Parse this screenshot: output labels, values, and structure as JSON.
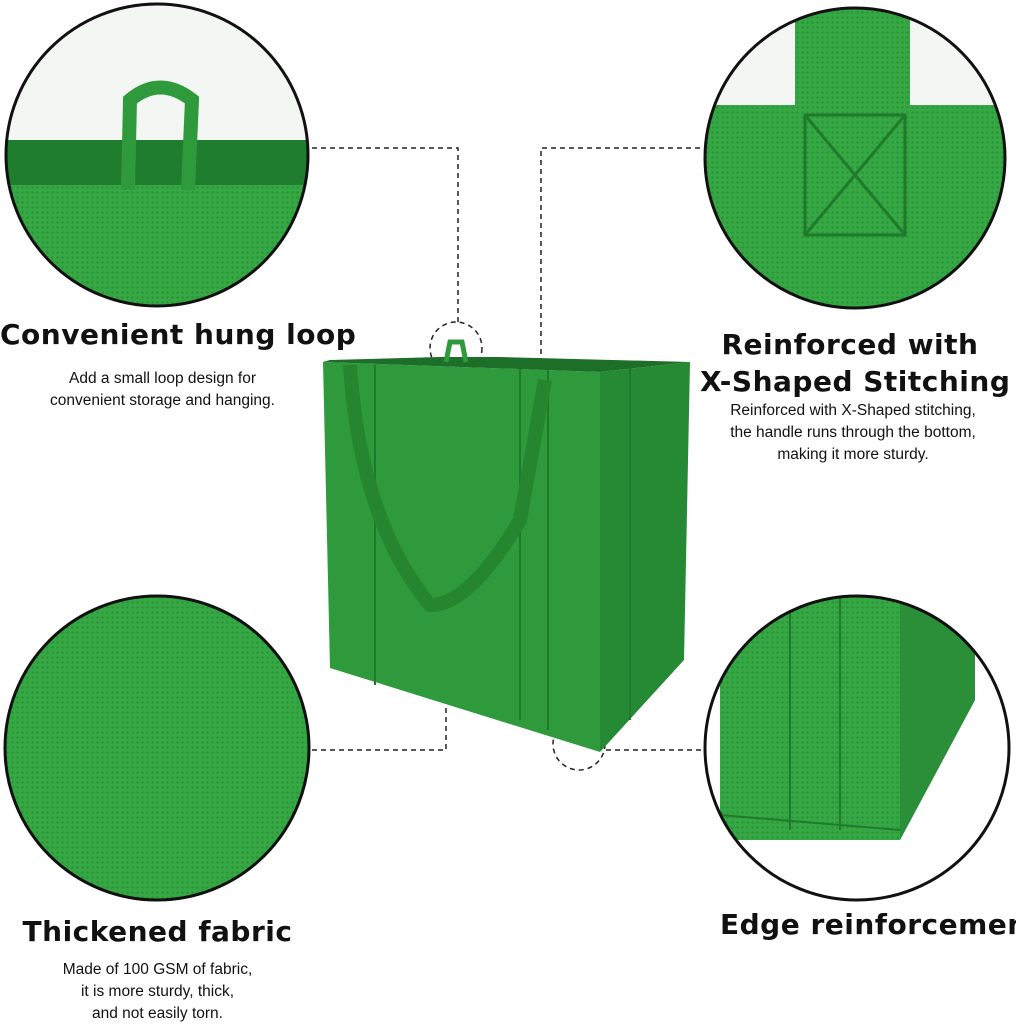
{
  "colors": {
    "bag_green": "#2e9a3c",
    "bag_dark": "#1f7a2c",
    "fabric_light": "#3fb34f",
    "dash": "#222222"
  },
  "features": {
    "hung_loop": {
      "title": "Convenient hung loop",
      "lines": [
        "Add a small  loop  design for",
        "convenient storage and hanging."
      ]
    },
    "stitching": {
      "title_lines": [
        "Reinforced with",
        "X-Shaped Stitching"
      ],
      "lines": [
        "Reinforced with X-Shaped stitching,",
        "the handle runs through the bottom,",
        "making it more sturdy."
      ]
    },
    "fabric": {
      "title": "Thickened fabric",
      "lines": [
        "Made of 100 GSM of fabric,",
        "it is more sturdy, thick,",
        "and not easily torn."
      ]
    },
    "edge": {
      "title": "Edge reinforcement"
    }
  }
}
